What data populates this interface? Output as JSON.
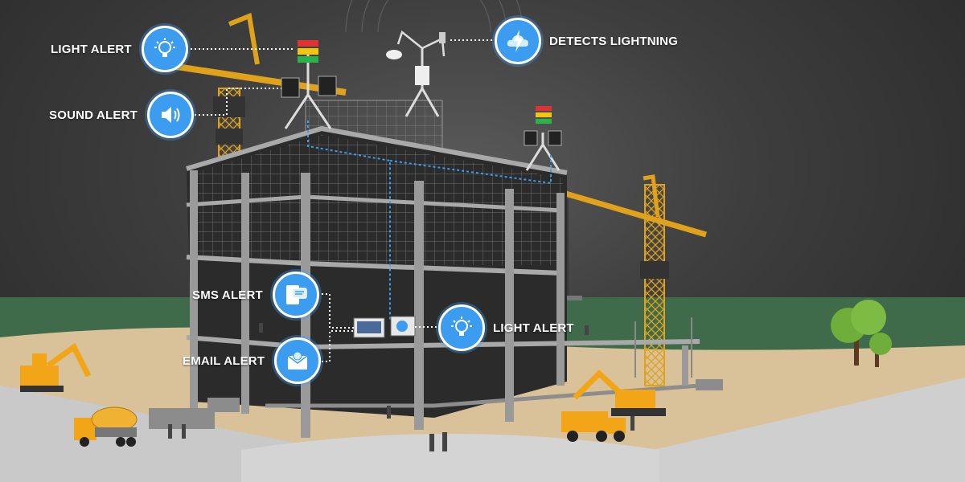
{
  "callouts": {
    "light_alert_top": "LIGHT ALERT",
    "sound_alert": "SOUND ALERT",
    "detects_lightning": "DETECTS LIGHTNING",
    "sms_alert": "SMS ALERT",
    "email_alert": "EMAIL ALERT",
    "light_alert_bottom": "LIGHT ALERT"
  },
  "colors": {
    "badge": "#3c9df0",
    "connector": "#ffffff",
    "wire": "#3c9df0",
    "crane": "#e0a21a",
    "sky_dark": "#262626",
    "grass": "#3f6b4a",
    "sand": "#d9c29a"
  },
  "icons": {
    "light_alert_top": "light-bulb-icon",
    "sound_alert": "speaker-icon",
    "detects_lightning": "lightning-cloud-icon",
    "sms_alert": "phone-message-icon",
    "email_alert": "email-icon",
    "light_alert_bottom": "light-bulb-icon"
  }
}
